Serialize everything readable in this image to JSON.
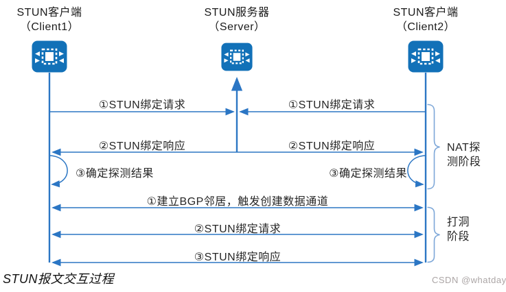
{
  "actors": [
    {
      "role": "STUN客户端",
      "name": "（Client1）"
    },
    {
      "role": "STUN服务器",
      "name": "（Server）"
    },
    {
      "role": "STUN客户端",
      "name": "（Client2）"
    }
  ],
  "nat_phase": {
    "label": "NAT探\n测阶段",
    "messages": {
      "bind_request_left": "①STUN绑定请求",
      "bind_request_right": "①STUN绑定请求",
      "bind_response_left": "②STUN绑定响应",
      "bind_response_right": "②STUN绑定响应",
      "confirm_result_left": "③确定探测结果",
      "confirm_result_right": "③确定探测结果"
    }
  },
  "punch_phase": {
    "label": "打洞\n阶段",
    "messages": {
      "bgp_channel": "①建立BGP邻居，触发创建数据通道",
      "bind_request": "②STUN绑定请求",
      "bind_response": "③STUN绑定响应"
    }
  },
  "caption": "STUN报文交互过程",
  "watermark": "CSDN @whatday",
  "colors": {
    "icon_blue": "#1271b8",
    "line_blue": "#2b76c4",
    "brace_blue": "#7da7d8",
    "text_dark": "#262626",
    "watermark_gray": "#aba5a5"
  }
}
